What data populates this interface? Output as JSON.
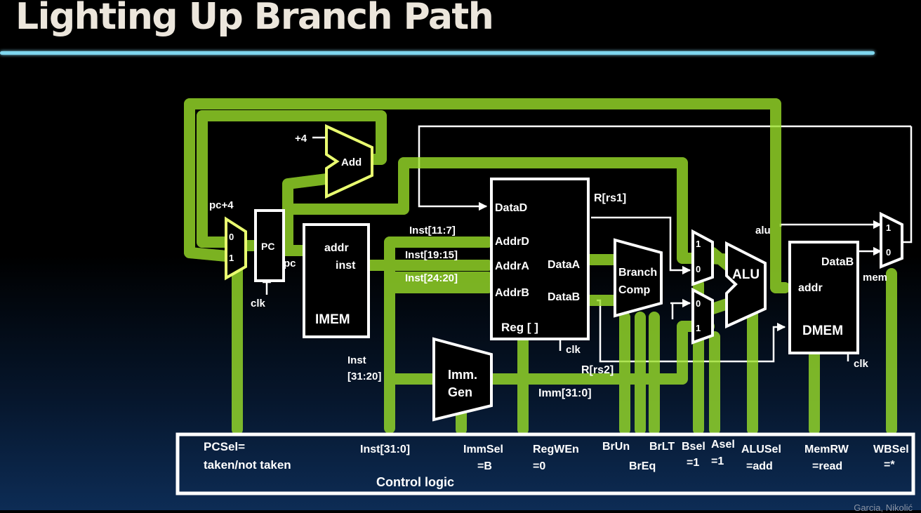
{
  "slide": {
    "title": "Lighting Up Branch Path",
    "credit": "Garcia, Nikolić"
  },
  "datapath": {
    "plus4": "+4",
    "adder": "Add",
    "pc_plus4": "pc+4",
    "pc_mux_in0": "0",
    "pc_mux_in1": "1",
    "pc_reg": "PC",
    "pc": "pc",
    "pc_clk": "clk",
    "imem": {
      "addr": "addr",
      "inst": "inst",
      "name": "IMEM"
    },
    "inst_fields": {
      "rd": "Inst[11:7]",
      "rs1": "Inst[19:15]",
      "rs2": "Inst[24:20]",
      "imm_1": "Inst",
      "imm_2": "[31:20]"
    },
    "regfile": {
      "datad": "DataD",
      "addrd": "AddrD",
      "addra": "AddrA",
      "addrb": "AddrB",
      "dataa": "DataA",
      "datab": "DataB",
      "name": "Reg [ ]",
      "clk": "clk"
    },
    "rs1_value": "R[rs1]",
    "rs2_value": "R[rs2]",
    "branch_comp": {
      "line1": "Branch",
      "line2": "Comp"
    },
    "a_mux": {
      "in1": "1",
      "in0": "0"
    },
    "b_mux": {
      "in0": "0",
      "in1": "1"
    },
    "alu": "ALU",
    "alu_out": "alu",
    "immgen": {
      "line1": "Imm.",
      "line2": "Gen"
    },
    "imm_out": "Imm[31:0]",
    "dmem": {
      "datab": "DataB",
      "addr": "addr",
      "name": "DMEM",
      "clk": "clk"
    },
    "wb_mux": {
      "in1": "1",
      "in0": "0",
      "mem": "mem"
    }
  },
  "control": {
    "pcsel_1": "PCSel=",
    "pcsel_2": "taken/not taken",
    "inst": "Inst[31:0]",
    "immsel_1": "ImmSel",
    "immsel_2": "=B",
    "regwen_1": "RegWEn",
    "regwen_2": "=0",
    "brun": "BrUn",
    "breq": "BrEq",
    "brlt": "BrLT",
    "bsel_1": "Bsel",
    "bsel_2": "=1",
    "asel_1": "Asel",
    "asel_2": "=1",
    "alusel_1": "ALUSel",
    "alusel_2": "=add",
    "memrw_1": "MemRW",
    "memrw_2": "=read",
    "wbsel_1": "WBSel",
    "wbsel_2": "=*",
    "name": "Control logic"
  }
}
